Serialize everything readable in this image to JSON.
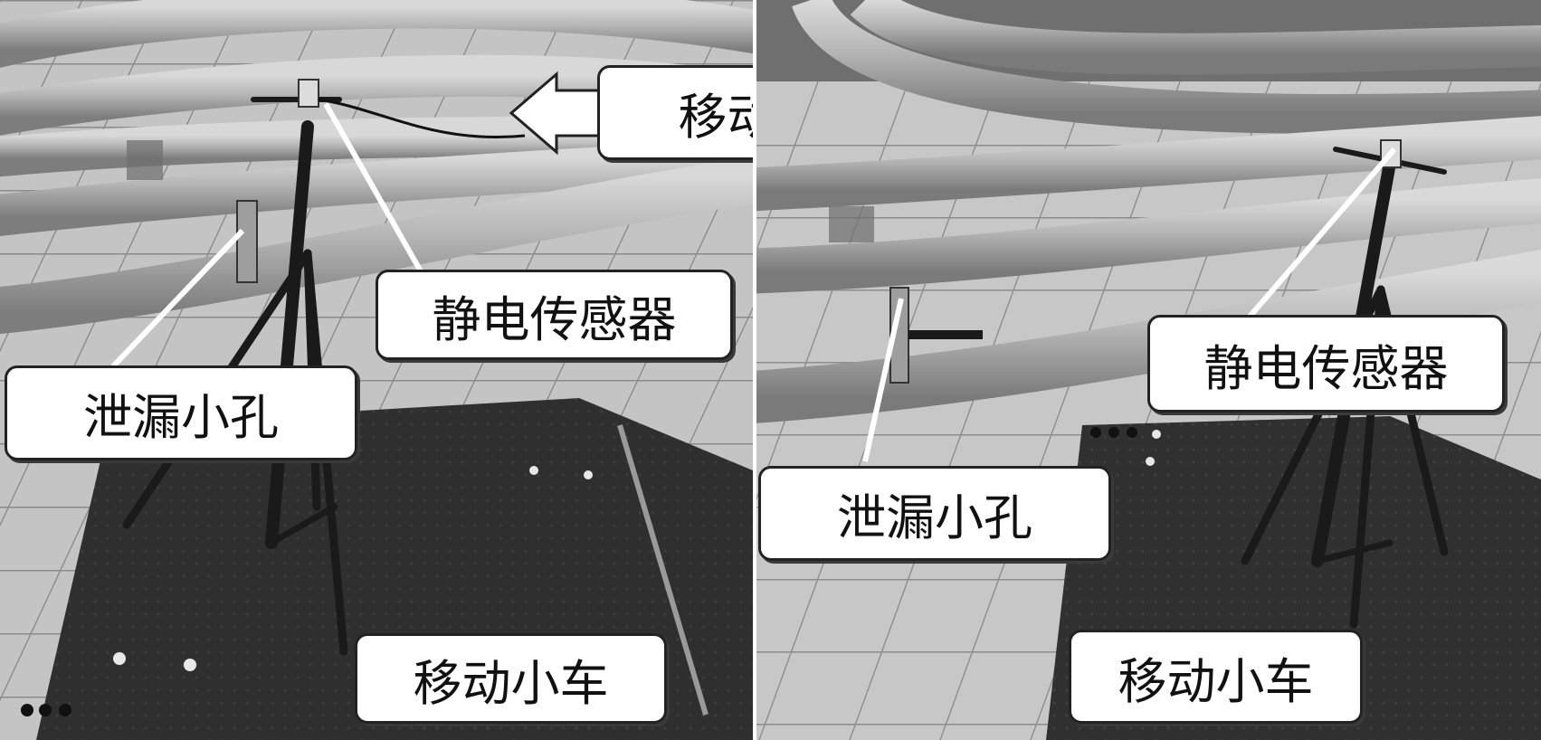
{
  "left_panel": {
    "direction_label": "移动方向",
    "sensor_label": "静电传感器",
    "leak_hole_label": "泄漏小孔",
    "cart_label": "移动小车"
  },
  "right_panel": {
    "sensor_label": "静电传感器",
    "leak_hole_label": "泄漏小孔",
    "cart_label": "移动小车"
  },
  "colors": {
    "label_bg": "#ffffff",
    "label_border": "#222222",
    "floor": "#bdbdbd",
    "pipe": "#a9a9a9",
    "cart": "#2e2e2e"
  }
}
